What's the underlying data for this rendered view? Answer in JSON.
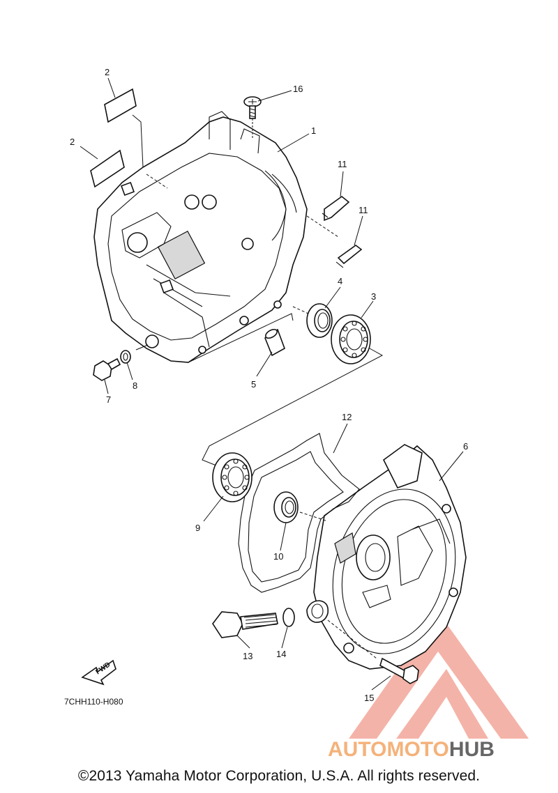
{
  "diagram": {
    "callouts": [
      "1",
      "2",
      "2",
      "3",
      "4",
      "5",
      "6",
      "7",
      "8",
      "9",
      "10",
      "11",
      "11",
      "12",
      "13",
      "14",
      "15",
      "16"
    ],
    "part_code": "7CHH110-H080",
    "fwd_label": "FWD",
    "copyright": "©2013 Yamaha Motor Corporation, U.S.A. All rights reserved."
  },
  "watermark": {
    "text_part1": "AUTOMOTO",
    "text_part2": "HUB",
    "color_primary": "#f08a7a",
    "color_secondary": "#f5c07a",
    "color_dark": "#5a5a5a"
  }
}
